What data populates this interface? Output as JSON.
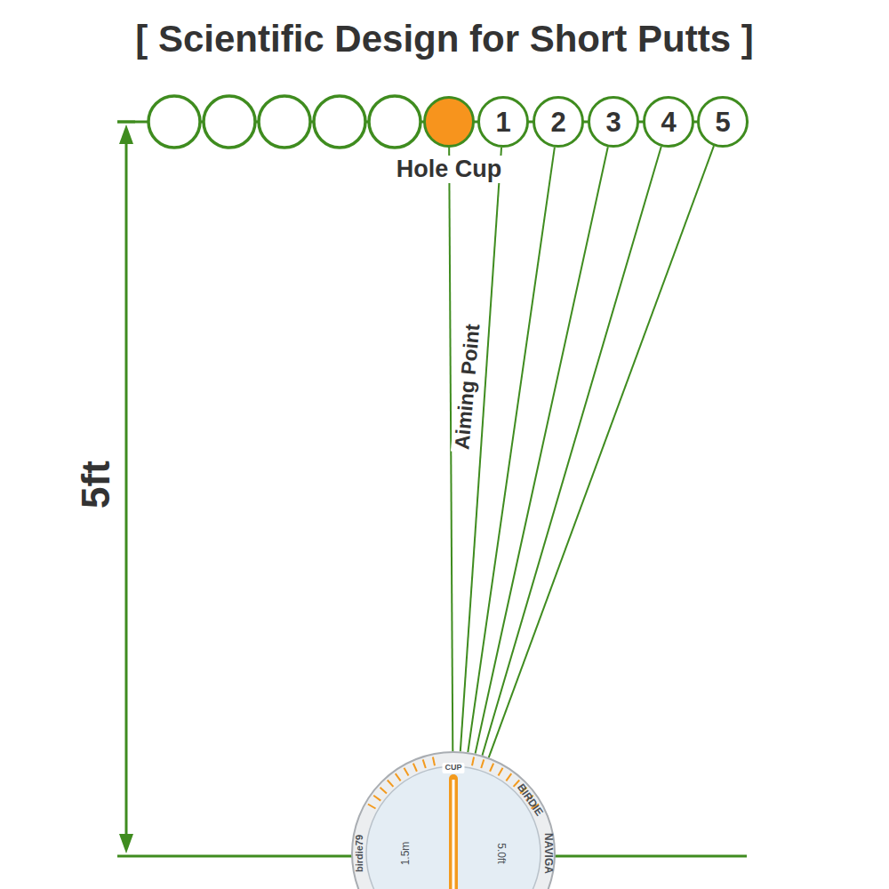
{
  "diagram": {
    "title": "[ Scientific Design for Short Putts ]",
    "nodes": [
      {
        "text": [
          "Hole Cup"
        ]
      },
      {
        "text": [
          "1"
        ]
      },
      {
        "text": [
          "2"
        ]
      },
      {
        "text": [
          "3"
        ]
      },
      {
        "text": [
          "4"
        ]
      },
      {
        "text": [
          "5"
        ]
      },
      {
        "text": [
          "CUP",
          "1.5m",
          "5.0ft",
          "BIRDIE",
          "NAVIGA",
          "birdie79"
        ]
      }
    ],
    "edges": [
      {
        "from": 6,
        "to": 0,
        "arrow": "none"
      },
      {
        "from": 6,
        "to": 1,
        "arrow": "none"
      },
      {
        "from": 6,
        "to": 2,
        "arrow": "none"
      },
      {
        "from": 6,
        "to": 3,
        "arrow": "none"
      },
      {
        "from": 6,
        "to": 4,
        "arrow": "none"
      },
      {
        "from": 6,
        "to": 5,
        "arrow": "none"
      }
    ],
    "labels": [
      "Aiming Point",
      "5ft"
    ]
  }
}
